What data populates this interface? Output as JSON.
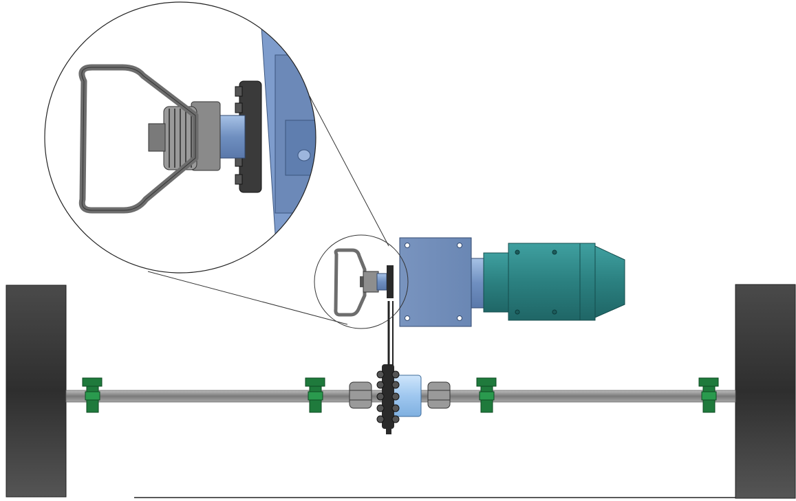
{
  "figure": {
    "caption": "",
    "colors": {
      "background": "#ffffff",
      "wheel": "#3c3c3c",
      "axle": "#8c8c8c",
      "bearing_block": "#1f7a3c",
      "motor_plate": "#6f8fb8",
      "motor_body": "#2f8a8a",
      "hub": "#a9cff0",
      "sprocket": "#2a2a2a",
      "nut": "#9a9a9a",
      "handle": "#7a7a7a",
      "zoom_plate": "#7e9ccc"
    },
    "parts": [
      {
        "name": "left-wheel"
      },
      {
        "name": "right-wheel"
      },
      {
        "name": "axle"
      },
      {
        "name": "bearing-blocks"
      },
      {
        "name": "drive-sprocket"
      },
      {
        "name": "chain"
      },
      {
        "name": "gear-motor"
      },
      {
        "name": "crank-handle"
      },
      {
        "name": "detail-callout"
      }
    ]
  }
}
